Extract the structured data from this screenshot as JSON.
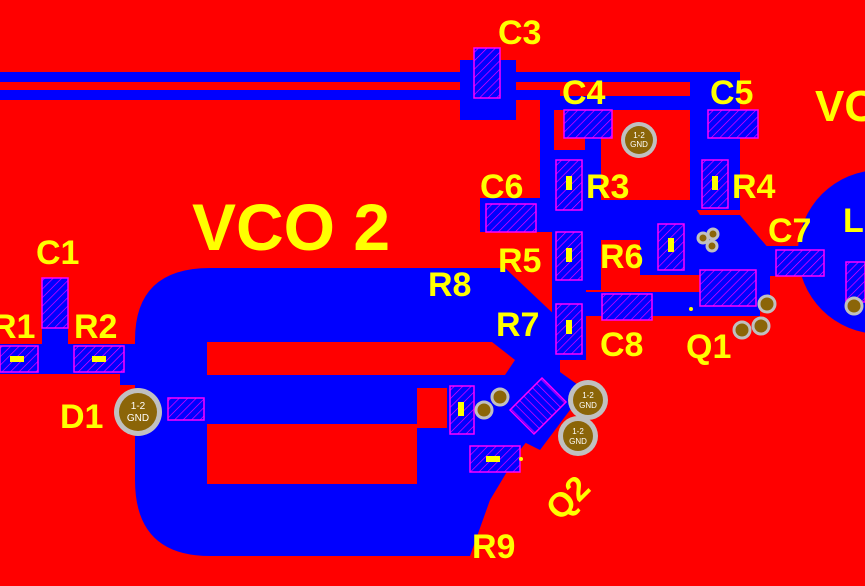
{
  "board": {
    "colors": {
      "background": "#ff0000",
      "copper": "#0000ff",
      "silkscreen": "#ffff00",
      "pad_outline": "#ff00ff",
      "via_ring": "#c0c0c0",
      "via_hole": "#8b6508"
    },
    "block_labels": {
      "vco2": "VCO 2",
      "vco_partial": "VC"
    },
    "designators": {
      "c1": "C1",
      "c3": "C3",
      "c4": "C4",
      "c5": "C5",
      "c6": "C6",
      "c7": "C7",
      "c8": "C8",
      "r1": "R1",
      "r2": "R2",
      "r3": "R3",
      "r4": "R4",
      "r5": "R5",
      "r6": "R6",
      "r7": "R7",
      "r8": "R8",
      "r9": "R9",
      "d1": "D1",
      "q1": "Q1",
      "q2": "Q2",
      "l_partial": "L"
    },
    "via_labels": {
      "layer_top": "1-2",
      "net": "GND"
    }
  }
}
